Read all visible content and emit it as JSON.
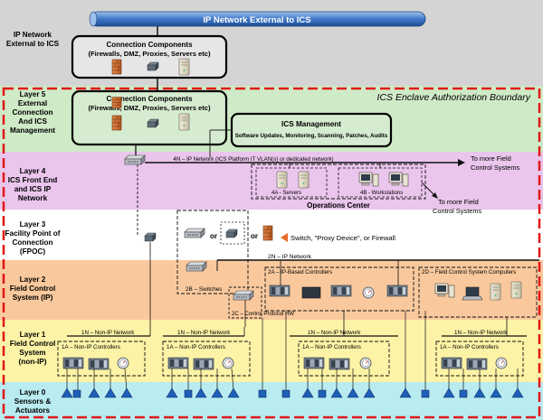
{
  "top_bus": "IP Network External to ICS",
  "boundary_title": "ICS Enclave Authorization Boundary",
  "layers": {
    "ip_external": [
      "IP Network",
      "External to ICS"
    ],
    "layer5": [
      "Layer 5",
      "External",
      "Connection",
      "And ICS",
      "Management"
    ],
    "layer4": [
      "Layer 4",
      "ICS Front End",
      "and ICS IP",
      "Network"
    ],
    "layer3": [
      "Layer 3",
      "Facility Point  of",
      "Connection",
      "(FPOC)"
    ],
    "layer2": [
      "Layer 2",
      "Field Control",
      "System (IP)"
    ],
    "layer1": [
      "Layer 1",
      "Field Control",
      "System",
      "(non-IP)"
    ],
    "layer0": [
      "Layer 0",
      "Sensors &",
      "Actuators"
    ]
  },
  "connection_components_outer": [
    "Connection Components",
    "(Firewalls, DMZ, Proxies, Servers etc)"
  ],
  "connection_components_inner": [
    "Connection Components",
    "(Firewalls, DMZ, Proxies, Servers etc)"
  ],
  "ics_management": {
    "title": "ICS Management",
    "detail": "Software Updates, Monitoring, Scanning, Patches, Audits"
  },
  "ip_network_4n": "4N – IP Network (ICS Platform IT VLAN(s) or dedicated network)",
  "more_field_1": [
    "To more Field",
    "Control Systems"
  ],
  "more_field_2": [
    "To more Field",
    "Control Systems"
  ],
  "servers_label": "4A - Servers",
  "workstations_label": "4B - Workstations",
  "operations_center": "Operations Center",
  "fpoc_or_1": "or",
  "fpoc_or_2": "or",
  "fpoc_note": "Switch, \"Proxy Device\", or Firewall",
  "switches_label": "2B – Switches",
  "ip_network_2n": "2N – IP Network",
  "ip_controllers": "2A – IP-Based Controllers",
  "fcs_computers": "2D – Field Control System Computers",
  "protocol_hw": "2C – Control Protocol HW",
  "non_ip_network": "1N – Non-IP Network",
  "non_ip_controllers": "1A – Non-IP Controllers"
}
